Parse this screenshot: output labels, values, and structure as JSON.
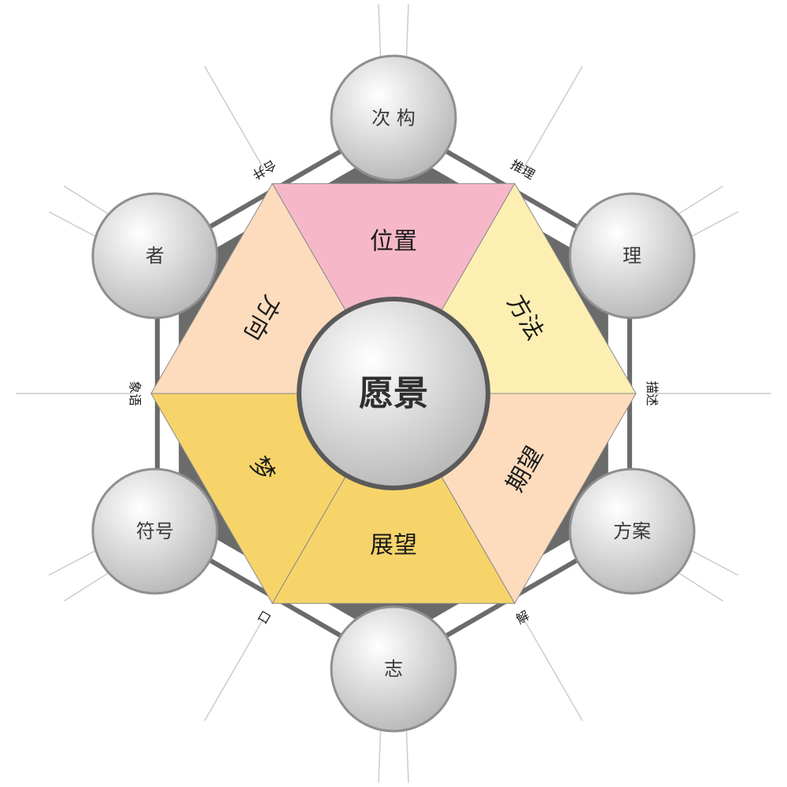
{
  "center": {
    "label": "愿景"
  },
  "segments": [
    {
      "label": "位置",
      "color": "#F6B8C9"
    },
    {
      "label": "方法",
      "color": "#FDEFB2"
    },
    {
      "label": "期望",
      "color": "#FDDCBD"
    },
    {
      "label": "展望",
      "color": "#F6D46A"
    },
    {
      "label": "梦",
      "color": "#F6D46A"
    },
    {
      "label": "方向",
      "color": "#FDDCBD"
    }
  ],
  "nodes": [
    {
      "label": "次 构"
    },
    {
      "label": "理"
    },
    {
      "label": "方案"
    },
    {
      "label": "志"
    },
    {
      "label": "符号"
    },
    {
      "label": "者"
    }
  ],
  "edges": [
    {
      "label": "推理"
    },
    {
      "label": "描述"
    },
    {
      "label": "解"
    },
    {
      "label": "口"
    },
    {
      "label": "象语"
    },
    {
      "label": "合并"
    }
  ],
  "colors": {
    "frame": "#6b6b6b",
    "divider": "#8a8a8a",
    "ray": "#cccccc",
    "sphere_light": "#ffffff",
    "sphere_dark": "#b4b4b4",
    "sphere_stroke": "#8f8f8f",
    "center_stroke": "#5a5a5a"
  }
}
